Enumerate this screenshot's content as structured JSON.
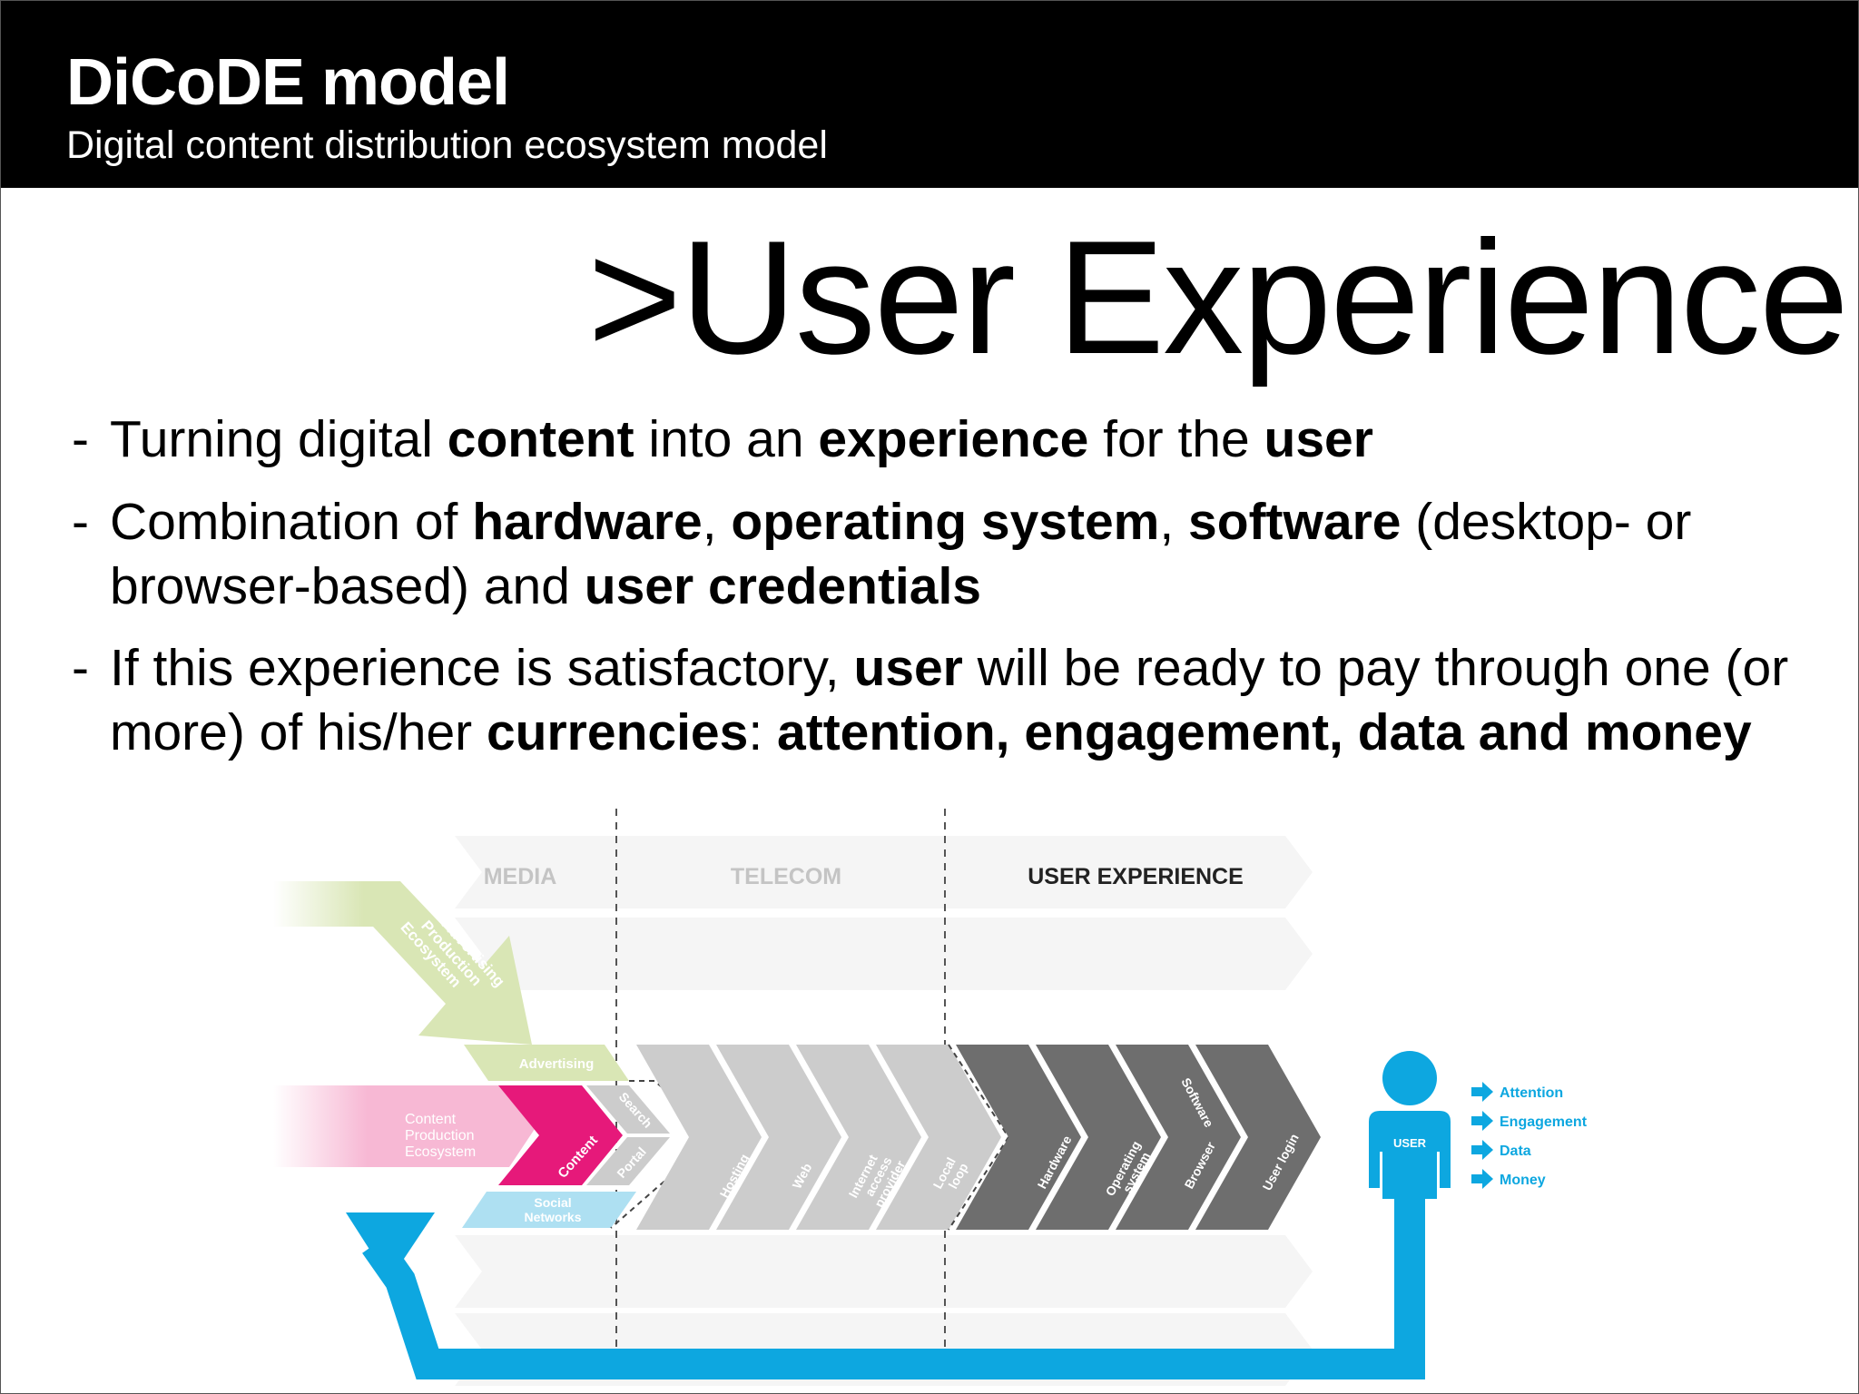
{
  "header": {
    "title": "DiCoDE model",
    "subtitle": "Digital content distribution ecosystem model"
  },
  "section_title": ">User Experience",
  "bullets": [
    {
      "dash": "-",
      "segments": [
        {
          "text": "Turning digital ",
          "bold": false
        },
        {
          "text": "content",
          "bold": true
        },
        {
          "text": " into an ",
          "bold": false
        },
        {
          "text": "experience",
          "bold": true
        },
        {
          "text": " for the ",
          "bold": false
        },
        {
          "text": "user",
          "bold": true
        }
      ]
    },
    {
      "dash": "-",
      "segments": [
        {
          "text": "Combination of ",
          "bold": false
        },
        {
          "text": "hardware",
          "bold": true
        },
        {
          "text": ", ",
          "bold": false
        },
        {
          "text": "operating system",
          "bold": true
        },
        {
          "text": ", ",
          "bold": false
        },
        {
          "text": "software",
          "bold": true
        },
        {
          "text": " (desktop- or browser-based) and ",
          "bold": false
        },
        {
          "text": "user credentials",
          "bold": true
        }
      ]
    },
    {
      "dash": "-",
      "segments": [
        {
          "text": "If this experience is satisfactory, ",
          "bold": false
        },
        {
          "text": "user",
          "bold": true
        },
        {
          "text": " will be ready to pay through one (or more) of his/her ",
          "bold": false
        },
        {
          "text": "currencies",
          "bold": true
        },
        {
          "text": ": ",
          "bold": false
        },
        {
          "text": "attention, engagement, data and money",
          "bold": true
        }
      ]
    }
  ],
  "diagram": {
    "columns": [
      "MEDIA",
      "TELECOM",
      "USER EXPERIENCE"
    ],
    "advertising_ecosystem": [
      "Advertising",
      "Production",
      "Ecosystem"
    ],
    "content_ecosystem": [
      "Content",
      "Production",
      "Ecosystem"
    ],
    "advertising": "Advertising",
    "content": "Content",
    "search": "Search",
    "portal": "Portal",
    "social_networks": [
      "Social",
      "Networks"
    ],
    "telecom_steps": [
      {
        "lines": [
          "Hosting"
        ]
      },
      {
        "lines": [
          "Web"
        ]
      },
      {
        "lines": [
          "Internet",
          "access",
          "provider"
        ]
      },
      {
        "lines": [
          "Local",
          "loop"
        ]
      }
    ],
    "ux_steps": [
      {
        "lines": [
          "Hardware"
        ]
      },
      {
        "lines": [
          "Operating",
          "system"
        ]
      },
      {
        "lines": [
          "Browser"
        ]
      },
      {
        "lines": [
          "User login"
        ]
      }
    ],
    "software": "Software",
    "user_label": "USER",
    "currencies": [
      "Attention",
      "Engagement",
      "Data",
      "Money"
    ],
    "colors": {
      "advertising_green": "#d9e6b5",
      "advertising_text": "#ffffff",
      "content_pink": "#f7b8d4",
      "content_magenta": "#e6197a",
      "light_blue": "#aee0f2",
      "telecom_gray": "#cccccc",
      "ux_dark": "#6e6e6e",
      "user_blue": "#0da7e0",
      "column_header_inactive": "#c4c4c4",
      "column_header_active": "#222222"
    }
  }
}
